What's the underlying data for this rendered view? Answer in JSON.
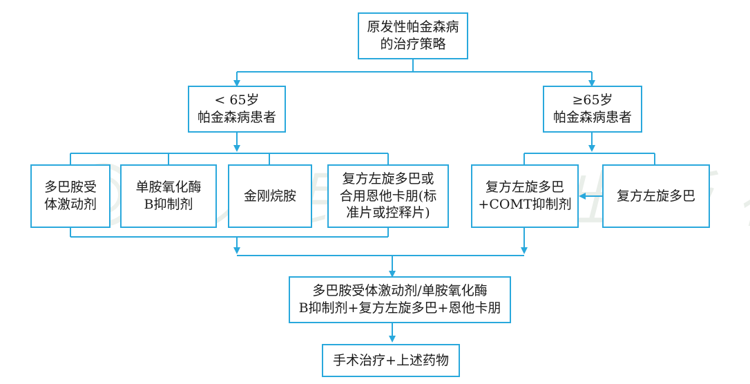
{
  "nodes": {
    "root": "原发性帕金森病\n的治疗策略",
    "under65": "< 65岁\n帕金森病患者",
    "over65": "≥65岁\n帕金森病患者",
    "dopamine_agonist": "多巴胺受\n体激动剂",
    "maob": "单胺氧化酶\nB抑制剂",
    "amantadine": "金刚烷胺",
    "levodopa_combo": "复方左旋多巴或\n合用恩他卡朋(标\n准片或控释片)",
    "levodopa_comt": "复方左旋多巴\n+COMT抑制剂",
    "levodopa": "复方左旋多巴",
    "combined": "多巴胺受体激动剂/单胺氧化酶\nB抑制剂+复方左旋多巴+恩他卡朋",
    "surgery": "手术治疗+上述药物"
  },
  "watermark": {
    "text": "人民卫生出版社"
  },
  "colors": {
    "line": "#29a8dc",
    "border": "#29a8dc",
    "text": "#1a1a1a",
    "watermark": "#e6ebe6"
  }
}
